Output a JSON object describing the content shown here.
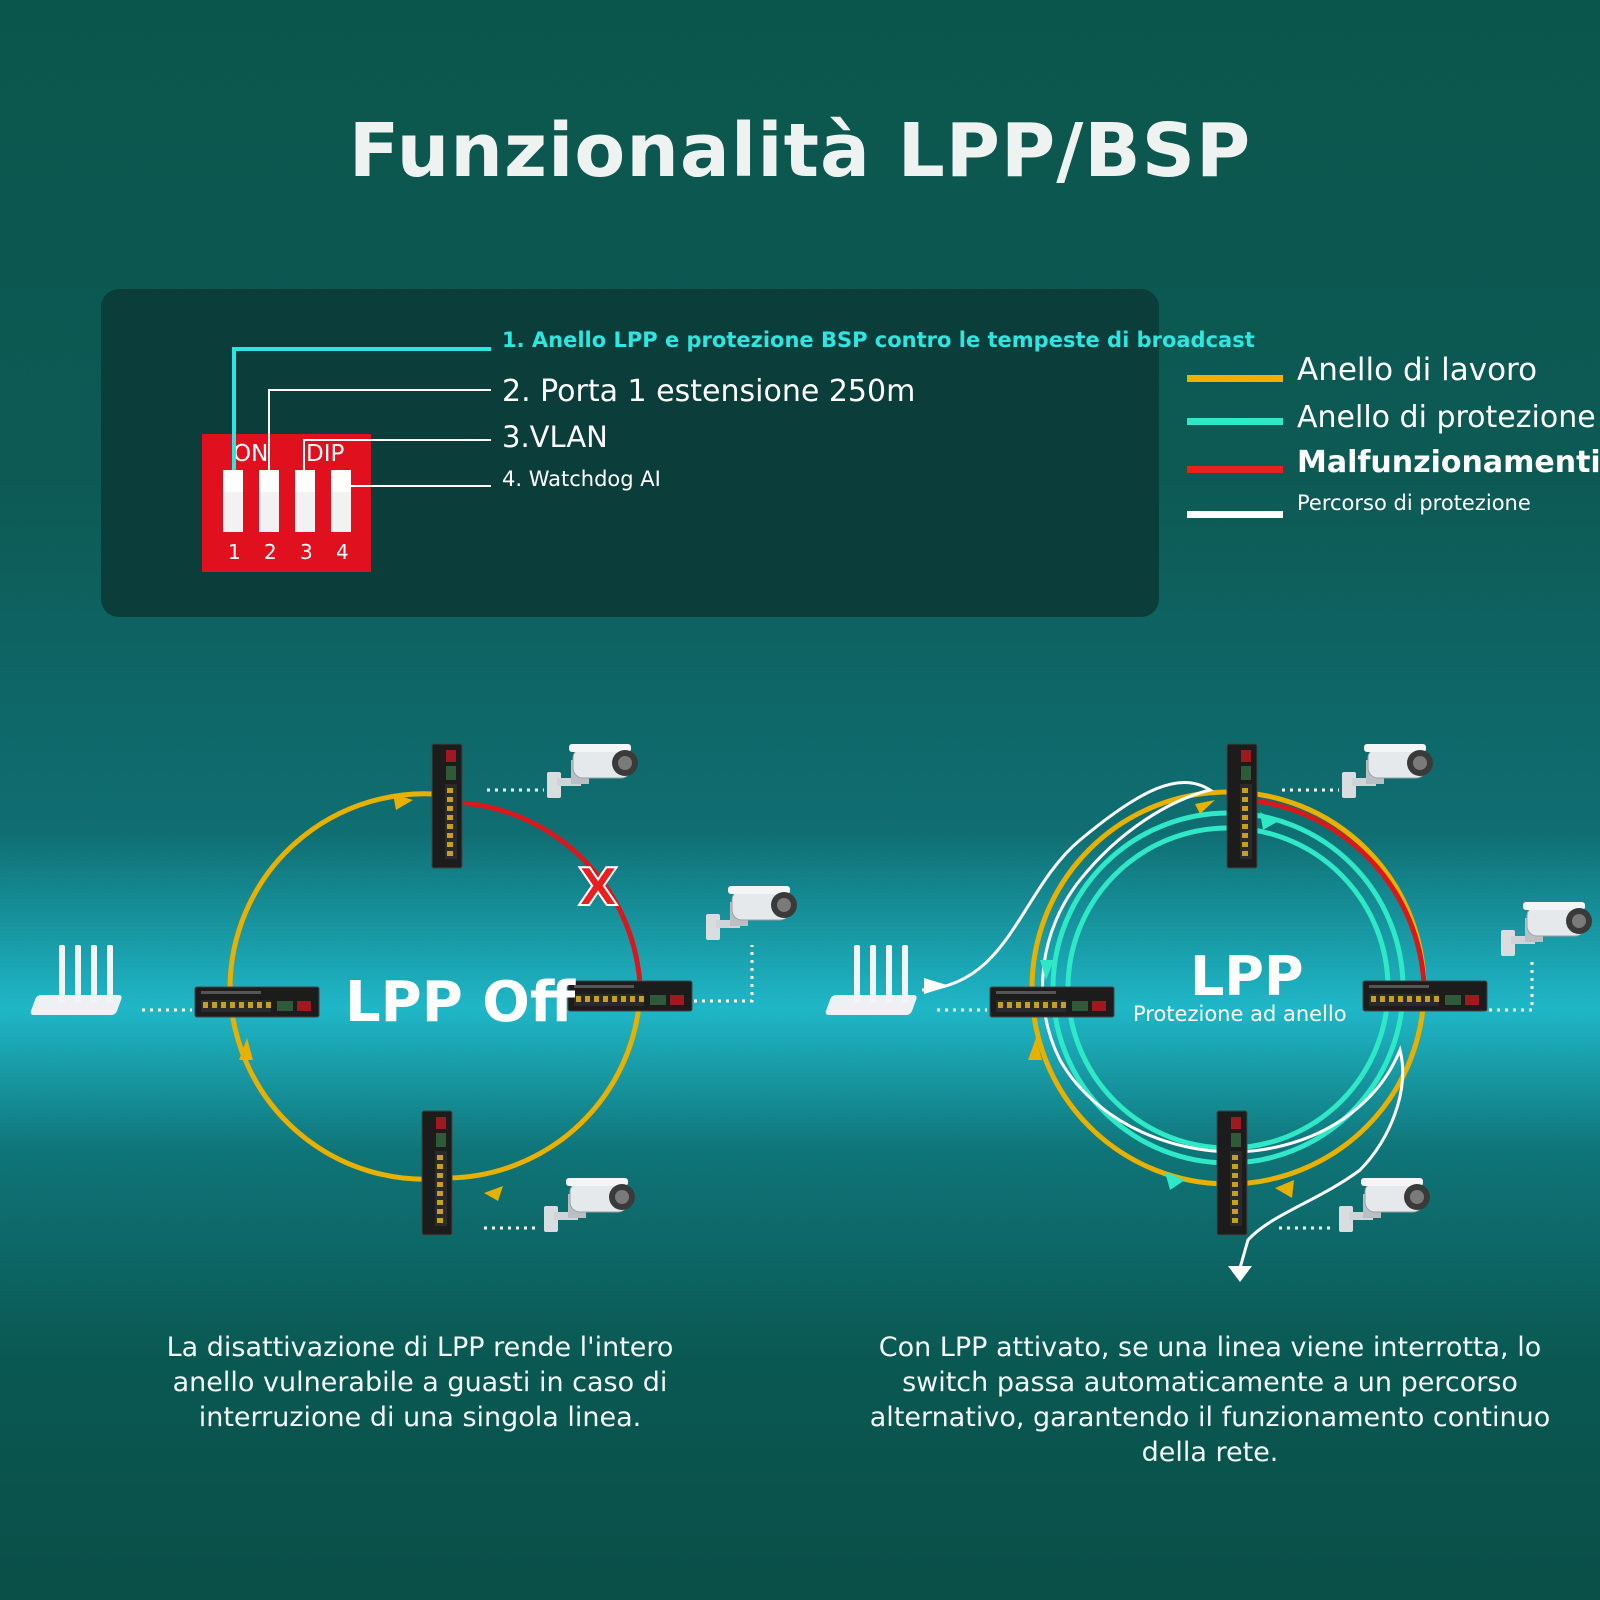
{
  "title": "Funzionalità LPP/BSP",
  "dip_switch": {
    "label_on": "ON",
    "label_dip": "DIP",
    "numbers": [
      "1",
      "2",
      "3",
      "4"
    ],
    "items": [
      "1. Anello LPP e protezione BSP contro le tempeste di broadcast",
      "2. Porta 1 estensione 250m",
      "3.VLAN",
      "4. Watchdog AI"
    ]
  },
  "legend": [
    {
      "label": "Anello di lavoro",
      "color": "#f0b000"
    },
    {
      "label": "Anello di protezione",
      "color": "#2ee8c8"
    },
    {
      "label": "Malfunzionamenti",
      "color": "#e8201e"
    },
    {
      "label": "Percorso di protezione",
      "color": "#ffffff"
    }
  ],
  "left_diagram": {
    "center_label": "LPP Off",
    "fault_mark": "X",
    "caption": "La disattivazione di LPP rende l'intero anello vulnerabile a guasti in caso di interruzione di una singola linea."
  },
  "right_diagram": {
    "center_label": "LPP",
    "center_sublabel": "Protezione ad anello",
    "caption": "Con LPP attivato, se una linea viene interrotta, lo switch passa automaticamente a un percorso alternativo, garantendo il funzionamento continuo della rete."
  },
  "colors": {
    "work_ring": "#f0b000",
    "protection_ring": "#2ee8c8",
    "fault": "#e8201e",
    "protection_path": "#ffffff",
    "dip_red": "#e0101e"
  }
}
